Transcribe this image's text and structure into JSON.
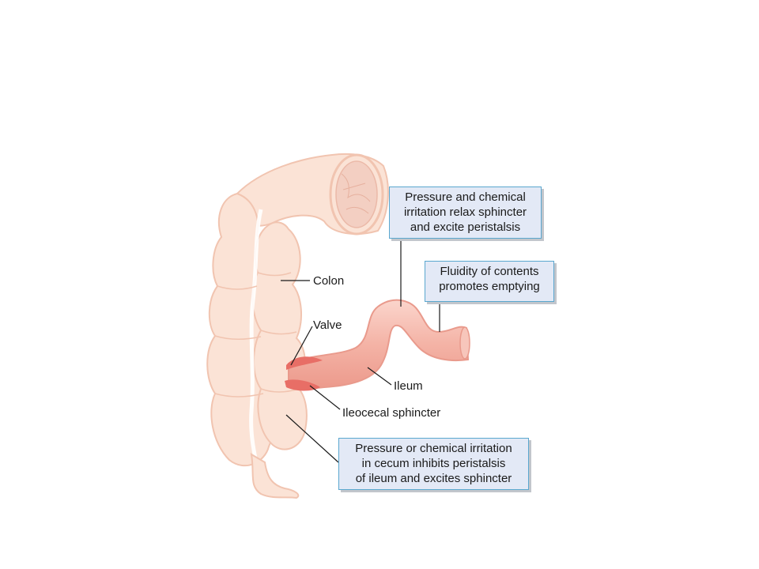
{
  "diagram": {
    "labels": {
      "colon": "Colon",
      "valve": "Valve",
      "ileum": "Ileum",
      "sphincter": "Ileocecal sphincter"
    },
    "callouts": {
      "top": [
        "Pressure and chemical",
        "irritation relax sphincter",
        "and excite peristalsis"
      ],
      "right": [
        "Fluidity of contents",
        "promotes emptying"
      ],
      "bottom": [
        "Pressure or chemical irritation",
        "in cecum inhibits peristalsis",
        "of ileum and excites sphincter"
      ]
    },
    "colors": {
      "colon_fill": "#fbe3d6",
      "colon_outline": "#f1c4b0",
      "ileum_fill": "#f4b3a6",
      "sphincter": "#e86e66",
      "callout_fill": "#e3e9f6",
      "callout_border": "#5aa7cf"
    }
  }
}
